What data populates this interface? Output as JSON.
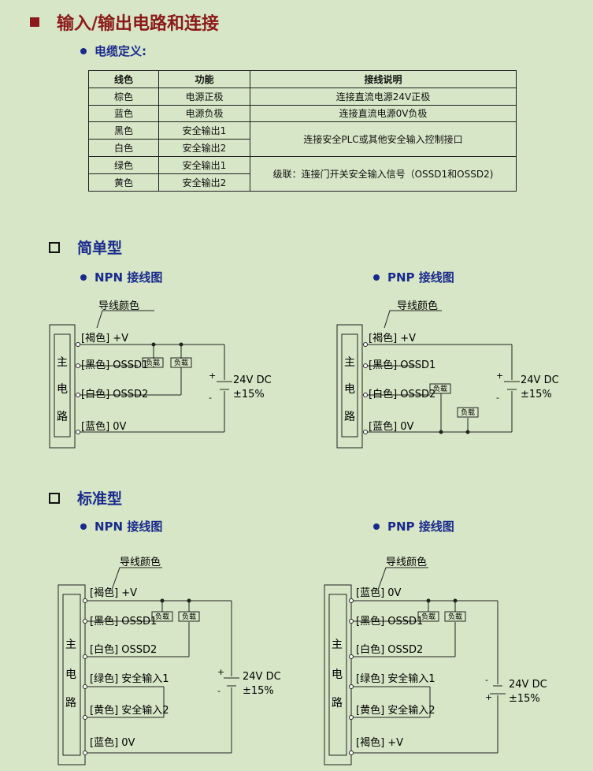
{
  "title": "输入/输出电路和连接",
  "cable": {
    "heading": "电缆定义:",
    "headers": [
      "线色",
      "功能",
      "接线说明"
    ],
    "rows": [
      {
        "color": "棕色",
        "function": "电源正极",
        "desc": "连接直流电源24V正极"
      },
      {
        "color": "蓝色",
        "function": "电源负极",
        "desc": "连接直流电源0V负极"
      },
      {
        "color": "黑色",
        "function": "安全输出1",
        "desc": "连接安全PLC或其他安全输入控制接口"
      },
      {
        "color": "白色",
        "function": "安全输出2"
      },
      {
        "color": "绿色",
        "function": "安全输出1",
        "desc": "级联：连接门开关安全输入信号（OSSD1和OSSD2)"
      },
      {
        "color": "黄色",
        "function": "安全输出2"
      }
    ]
  },
  "simple": {
    "heading": "简单型",
    "npn": {
      "title": "NPN 接线图",
      "lead": "导线颜色",
      "circuit": "主\n电\n路",
      "wires": [
        "[褐色]  +V",
        "[黑色]  OSSD1",
        "[白色]  OSSD2",
        "[蓝色]  0V"
      ],
      "loads": [
        "负载",
        "负载"
      ],
      "supply": [
        "24V DC",
        "±15%"
      ],
      "plus": "+",
      "minus": "-"
    },
    "pnp": {
      "title": "PNP 接线图",
      "lead": "导线颜色",
      "wires": [
        "[褐色]  +V",
        "[黑色]  OSSD1",
        "[白色]  OSSD2",
        "[蓝色]  0V"
      ],
      "loads": [
        "负载",
        "负载"
      ],
      "supply": [
        "24V DC",
        "±15%"
      ]
    }
  },
  "standard": {
    "heading": "标准型",
    "npn": {
      "title": "NPN 接线图",
      "lead": "导线颜色",
      "wires": [
        "[褐色]  +V",
        "[黑色]  OSSD1",
        "[白色]  OSSD2",
        "[绿色]  安全输入1",
        "[黄色]  安全输入2",
        "[蓝色]  0V"
      ],
      "loads": [
        "负载",
        "负载"
      ],
      "supply": [
        "24V DC",
        "±15%"
      ]
    },
    "pnp": {
      "title": "PNP 接线图",
      "lead": "导线颜色",
      "wires": [
        "[蓝色]  0V",
        "[黑色]  OSSD1",
        "[白色]  OSSD2",
        "[绿色]  安全输入1",
        "[黄色]  安全输入2",
        "[褐色]  +V"
      ],
      "loads": [
        "负载",
        "负载"
      ],
      "supply": [
        "24V DC",
        "±15%"
      ]
    }
  }
}
